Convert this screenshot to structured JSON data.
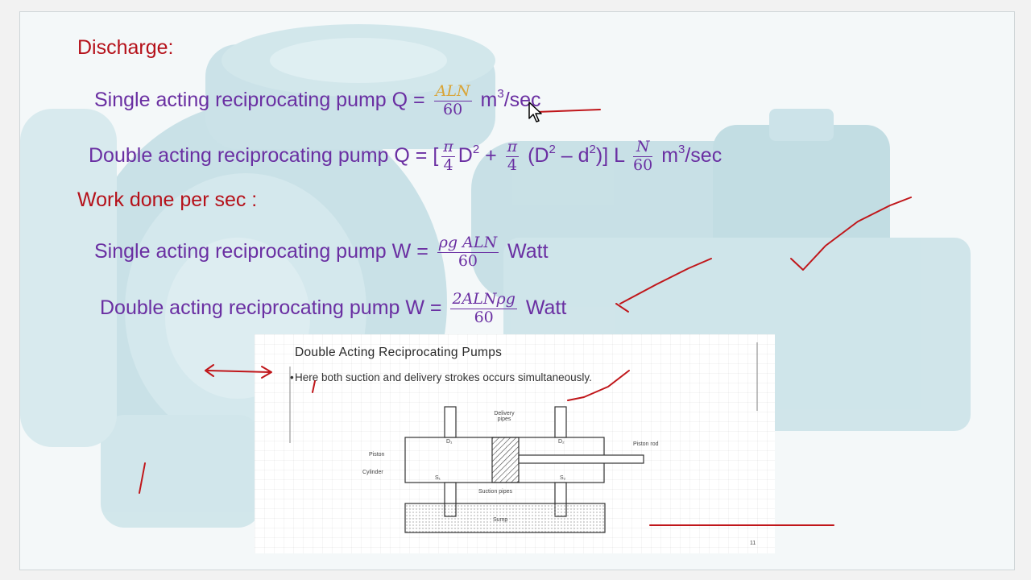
{
  "discharge": {
    "heading": "Discharge:",
    "single_label": "Single acting reciprocating pump  Q =",
    "single_num": "ALN",
    "single_den": "60",
    "single_unit": "m",
    "single_unit_sup": "3",
    "single_unit_tail": "/sec",
    "double_label": "Double acting reciprocating pump Q = [",
    "pi_num": "π",
    "pi_den": "4",
    "d_term": "D",
    "d_sup": "2",
    "plus": " + ",
    "paren_open": " (D",
    "minus_d": " – d",
    "close_part": ")] L",
    "n_num": "N",
    "n_den": "60",
    "double_unit": "m",
    "double_unit_sup": "3",
    "double_unit_tail": "/sec"
  },
  "work": {
    "heading": "Work done per sec :",
    "single_label": "Single acting reciprocating pump W  =",
    "single_num": "ρg ALN",
    "single_den": "60",
    "single_unit": "Watt",
    "double_label": "Double acting reciprocating pump W =",
    "double_num": "2ALNρg",
    "double_den": "60",
    "double_unit": "Watt"
  },
  "inset": {
    "title": "Double Acting Reciprocating Pumps",
    "bullet_marker": "•",
    "bullet": "Here both suction and delivery strokes occurs simultaneously.",
    "labels": {
      "delivery_pipes": "Delivery pipes",
      "d1": "D₁",
      "d2": "D₂",
      "piston": "Piston",
      "cylinder": "Cylinder",
      "s1": "S₁",
      "s2": "S₂",
      "suction_pipes": "Suction pipes",
      "sump": "Sump",
      "piston_rod": "Piston rod",
      "page_no": "11"
    }
  },
  "colors": {
    "heading": "#b5111a",
    "formula": "#6a2fa2",
    "ink": "#c0161a"
  }
}
